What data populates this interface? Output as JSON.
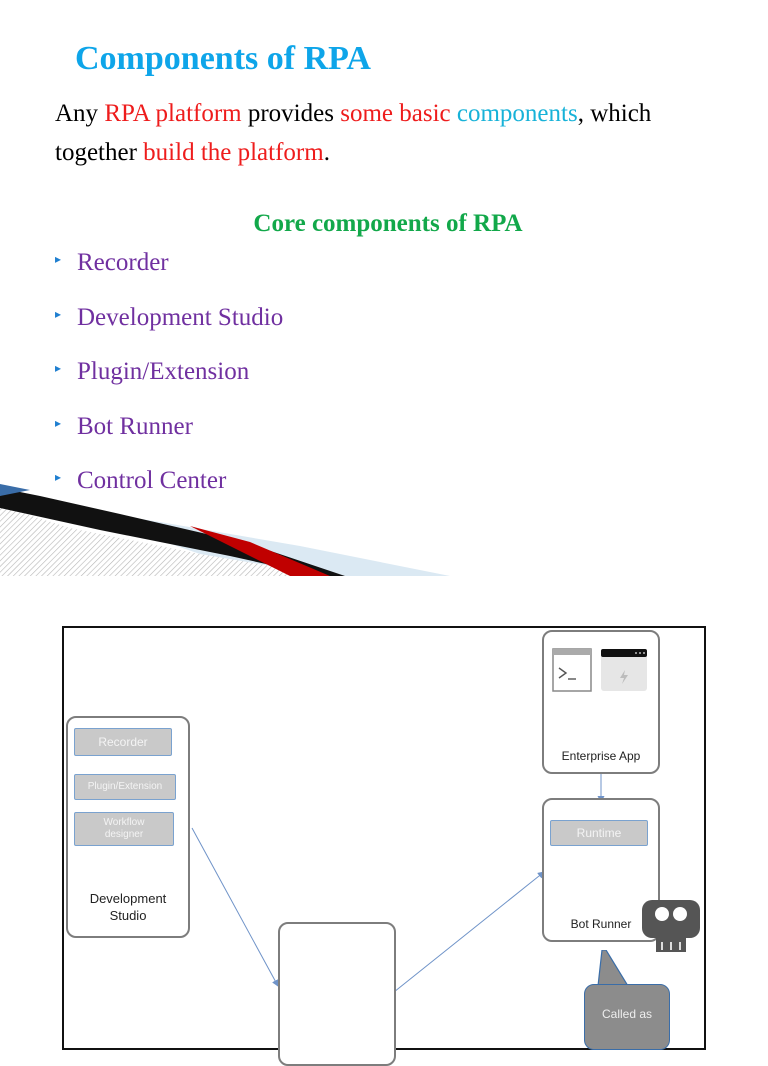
{
  "slide": {
    "title": "Components of RPA",
    "intro": {
      "t1": "Any ",
      "t2": "RPA platform",
      "t3": " provides ",
      "t4": "some basic",
      "t5": " ",
      "t6": "components",
      "t7": ", which together ",
      "t8": "build the platform",
      "t9": "."
    },
    "subheading": "Core components of RPA",
    "bullets": [
      "Recorder",
      "Development Studio",
      "Plugin/Extension",
      "Bot Runner",
      "Control Center"
    ],
    "bullet_glyph": "▸"
  },
  "diagram": {
    "dev_studio": {
      "recorder": "Recorder",
      "plugin": "Plugin/Extension",
      "workflow": "Workflow designer",
      "label_line1": "Development",
      "label_line2": "Studio"
    },
    "enterprise_app": {
      "label": "Enterprise App"
    },
    "bot_runner": {
      "runtime": "Runtime",
      "label": "Bot Runner"
    },
    "callout": "Called as",
    "colors": {
      "pill_fill": "#c9c9c9",
      "pill_border": "#7aa2cf",
      "arrow": "#6f93c8",
      "robot": "#555555"
    },
    "icons": [
      "terminal-icon",
      "browser-window-icon",
      "robot-icon"
    ]
  }
}
